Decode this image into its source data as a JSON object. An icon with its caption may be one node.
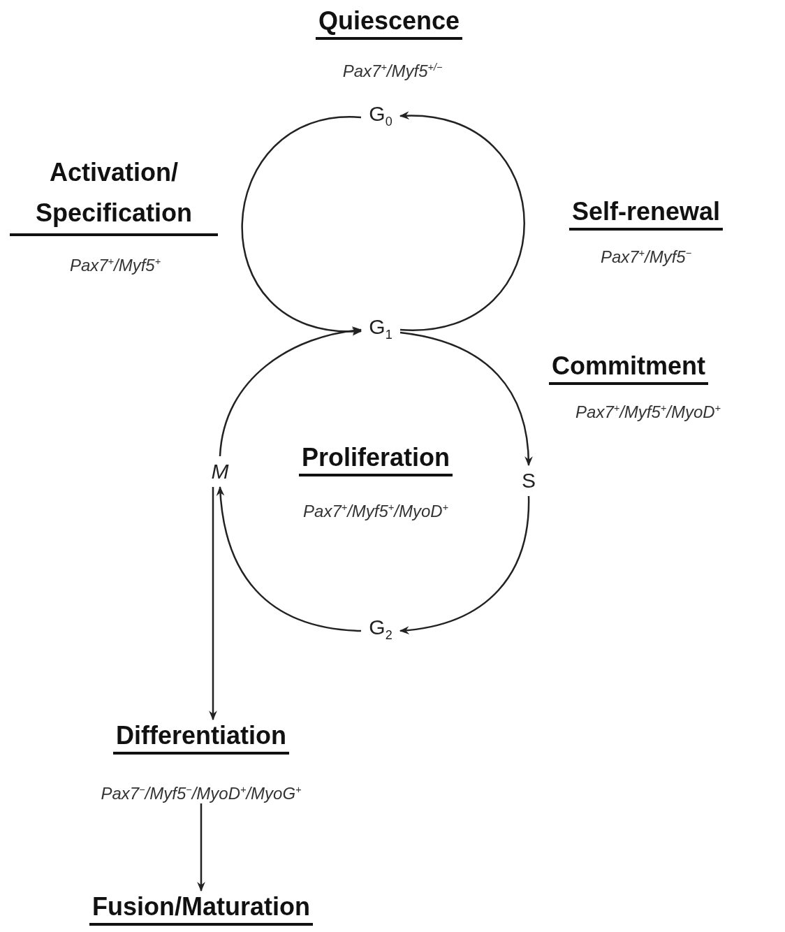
{
  "diagram": {
    "nodes": [
      {
        "text": [
          "G$_{0}$"
        ]
      },
      {
        "text": [
          "G$_{1}$"
        ]
      },
      {
        "text": [
          "S"
        ]
      },
      {
        "text": [
          "G$_{2}$"
        ]
      },
      {
        "text": [
          "M"
        ]
      },
      {
        "text": [
          "Differentiation",
          "Pax7$^{−}$/Myf5$^{−}$/MyoD$^{+}$/MyoG$^{+}$"
        ]
      },
      {
        "text": [
          "Fusion/Maturation"
        ]
      }
    ],
    "edges": [
      {
        "from": 0,
        "to": 1,
        "arrow": "to"
      },
      {
        "from": 1,
        "to": 0,
        "arrow": "to"
      },
      {
        "from": 1,
        "to": 2,
        "arrow": "to"
      },
      {
        "from": 2,
        "to": 3,
        "arrow": "to"
      },
      {
        "from": 3,
        "to": 4,
        "arrow": "to"
      },
      {
        "from": 4,
        "to": 1,
        "arrow": "to"
      },
      {
        "from": 4,
        "to": 5,
        "arrow": "to"
      },
      {
        "from": 5,
        "to": 6,
        "arrow": "to"
      }
    ],
    "labels": [
      "Quiescence",
      "Pax7$^{+}$/Myf5$^{+/−}$",
      "Activation/ Specification",
      "Pax7$^{+}$/Myf5$^{+}$",
      "Self-renewal",
      "Pax7$^{+}$/Myf5$^{−}$",
      "Commitment",
      "Pax7$^{+}$/Myf5$^{+}$/MyoD$^{+}$",
      "Proliferation",
      "Pax7$^{+}$/Myf5$^{+}$/MyoD$^{+}$"
    ]
  }
}
